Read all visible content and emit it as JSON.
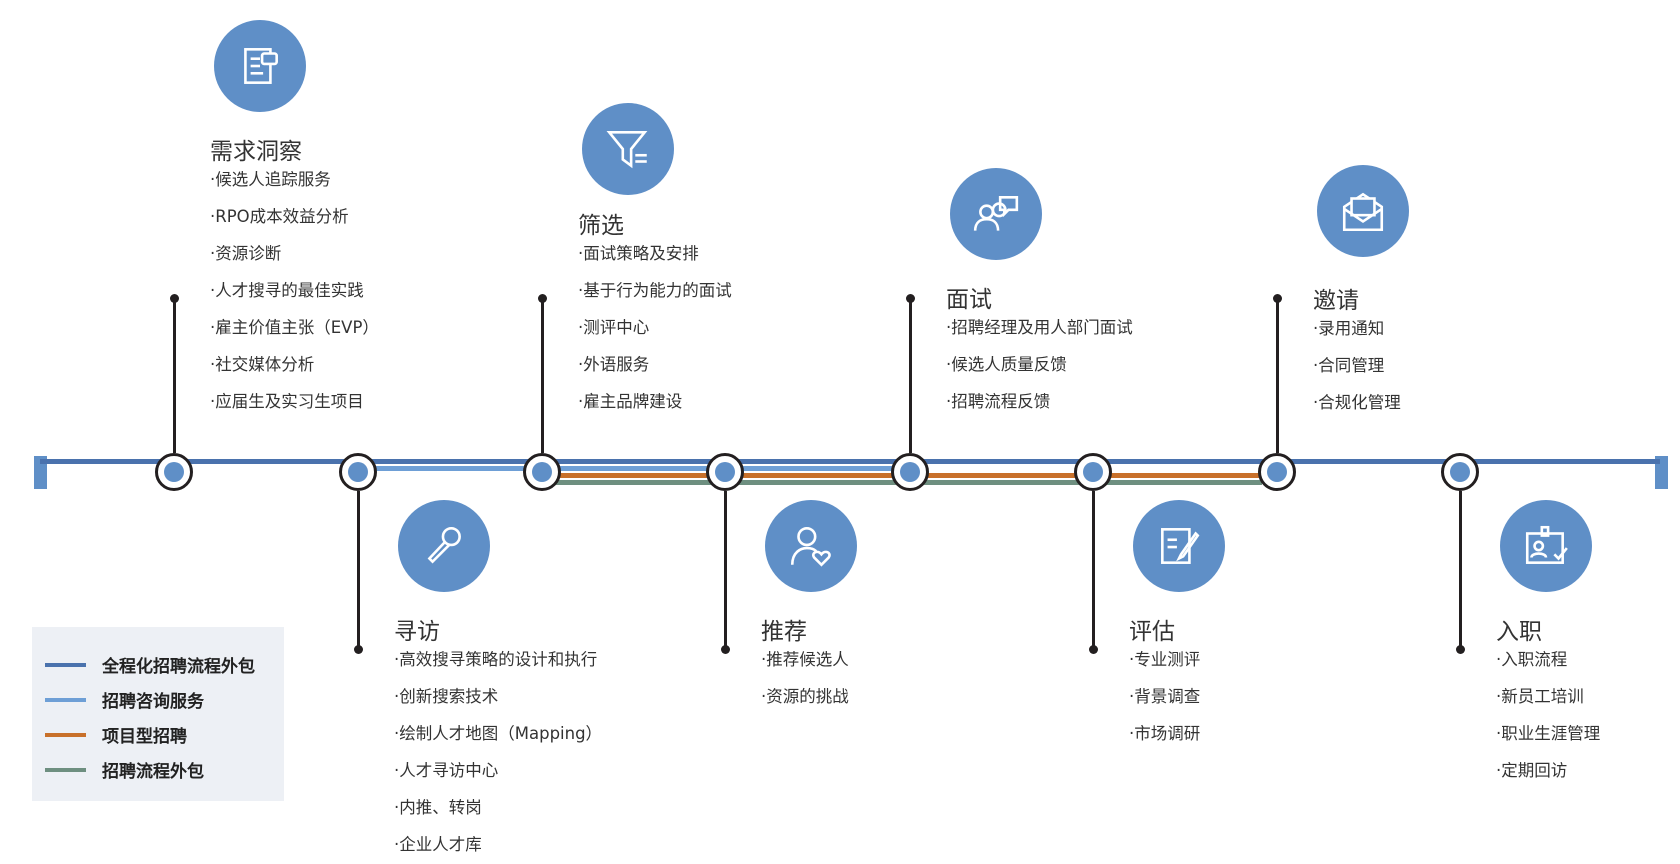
{
  "colors": {
    "full_process": "#4a72ad",
    "consulting": "#6e9fd6",
    "project": "#c8702a",
    "process_outsourcing": "#6e8f80",
    "node_blue": "#5f8fc7"
  },
  "stages": [
    {
      "title": "需求洞察",
      "icon": "document-chat-icon",
      "items": [
        "·候选人追踪服务",
        "·RPO成本效益分析",
        "·资源诊断",
        "·人才搜寻的最佳实践",
        "·雇主价值主张（EVP）",
        "·社交媒体分析",
        "·应届生及实习生项目"
      ]
    },
    {
      "title": "寻访",
      "icon": "microphone-icon",
      "items": [
        "·高效搜寻策略的设计和执行",
        "·创新搜索技术",
        "·绘制人才地图（Mapping）",
        "·人才寻访中心",
        "·内推、转岗",
        "·企业人才库"
      ]
    },
    {
      "title": "筛选",
      "icon": "filter-icon",
      "items": [
        "·面试策略及安排",
        "·基于行为能力的面试",
        "·测评中心",
        "·外语服务",
        "·雇主品牌建设"
      ]
    },
    {
      "title": "推荐",
      "icon": "person-heart-icon",
      "items": [
        "·推荐候选人",
        "·资源的挑战"
      ]
    },
    {
      "title": "面试",
      "icon": "people-chat-icon",
      "items": [
        "·招聘经理及用人部门面试",
        "·候选人质量反馈",
        "·招聘流程反馈"
      ]
    },
    {
      "title": "评估",
      "icon": "checklist-pen-icon",
      "items": [
        "·专业测评",
        "·背景调查",
        "·市场调研"
      ]
    },
    {
      "title": "邀请",
      "icon": "envelope-letter-icon",
      "items": [
        "·录用通知",
        "·合同管理",
        "·合规化管理"
      ]
    },
    {
      "title": "入职",
      "icon": "id-badge-icon",
      "items": [
        "·入职流程",
        "·新员工培训",
        "·职业生涯管理",
        "·定期回访"
      ]
    }
  ],
  "legend": [
    {
      "label": "全程化招聘流程外包",
      "color": "#4a72ad"
    },
    {
      "label": "招聘咨询服务",
      "color": "#6e9fd6"
    },
    {
      "label": "项目型招聘",
      "color": "#c8702a"
    },
    {
      "label": "招聘流程外包",
      "color": "#6e8f80"
    }
  ]
}
